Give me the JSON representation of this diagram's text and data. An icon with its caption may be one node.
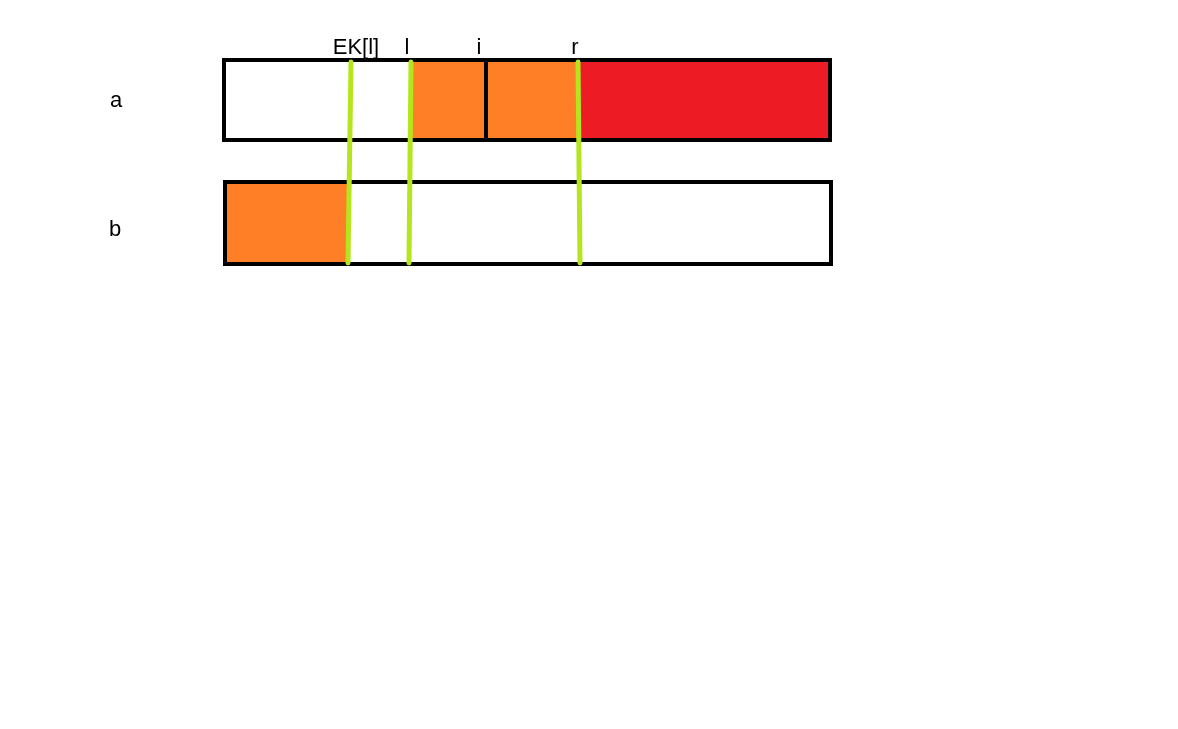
{
  "diagram": {
    "nodes": [
      {
        "text": [],
        "shape": "bar"
      },
      {
        "text": [],
        "shape": "box",
        "in": 0
      },
      {
        "text": [],
        "shape": "box",
        "in": 0
      },
      {
        "text": [],
        "shape": "box",
        "in": 0
      },
      {
        "text": [],
        "shape": "bar"
      },
      {
        "text": [],
        "shape": "box",
        "in": 4
      }
    ],
    "labels": [
      "EK[l]",
      "l",
      "i",
      "r",
      "a",
      "b"
    ]
  }
}
